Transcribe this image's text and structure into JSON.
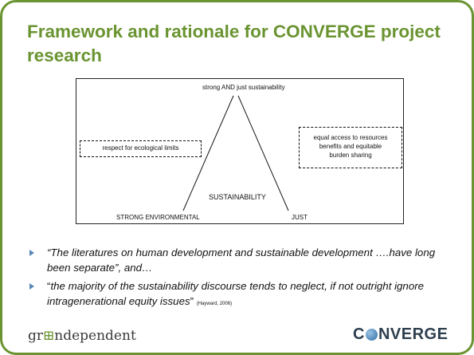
{
  "slide": {
    "title": "Framework and rationale for CONVERGE project research"
  },
  "diagram": {
    "top_label": "strong AND just sustainability",
    "left_box": "respect for ecological limits",
    "right_box_lines": [
      "equal access to resources",
      "benefits and equitable",
      "burden sharing"
    ],
    "center_label": "SUSTAINABILITY",
    "bottom_left_label": "STRONG ENVIRONMENTAL",
    "bottom_right_label": "JUST"
  },
  "bullets": [
    {
      "quote": "“The literatures on human development and sustainable development ….have long been separate”, and…"
    },
    {
      "open": "“",
      "quote": "the majority of the sustainability discourse tends to neglect, if not outright ignore intragenerational equity issues",
      "close": "” ",
      "citation": "(Hayward, 2006)"
    }
  ],
  "footer": {
    "logo_left_prefix": "gr",
    "logo_left_mark": "⊞",
    "logo_left_suffix": "ndependent",
    "logo_right_prefix": "C",
    "logo_right_suffix": "NVERGE"
  },
  "colors": {
    "accent": "#6a9431",
    "bullet": "#5b88b8",
    "logo_dark": "#2e3f4f"
  }
}
